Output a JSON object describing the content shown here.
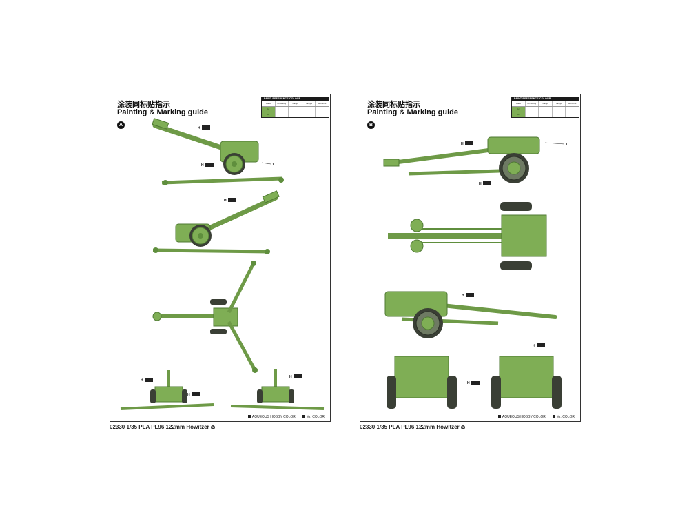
{
  "sheets": [
    {
      "id": "A",
      "title_cn": "涂装同标贴指示",
      "title_en": "Painting & Marking guide",
      "view_letter": "A",
      "reference": {
        "header": "PAINT REFERENCE COLOUR",
        "columns": [
          "Code",
          "Mr.Hobby",
          "Vallejo",
          "Tamiya",
          "Humbrol"
        ],
        "rows": [
          [
            "H",
            "",
            "",
            "",
            ""
          ],
          [
            "H",
            "",
            "",
            "",
            ""
          ]
        ]
      },
      "callouts": [
        "H",
        "H",
        "H",
        "H",
        "H",
        "H",
        "1"
      ],
      "footer": {
        "aqueous": "AQUEOUS HOBBY COLOR",
        "mr": "Mr. COLOR"
      },
      "caption": "02330 1/35  PLA PL96 122mm Howitzer",
      "caption_badge": "A"
    },
    {
      "id": "B",
      "title_cn": "涂装同标贴指示",
      "title_en": "Painting & Marking guide",
      "view_letter": "B",
      "reference": {
        "header": "PAINT REFERENCE COLOUR",
        "columns": [
          "Code",
          "Mr.Hobby",
          "Vallejo",
          "Tamiya",
          "Humbrol"
        ],
        "rows": [
          [
            "H",
            "",
            "",
            "",
            ""
          ],
          [
            "H",
            "",
            "",
            "",
            ""
          ]
        ]
      },
      "callouts": [
        "H",
        "H",
        "H",
        "H",
        "H",
        "1"
      ],
      "footer": {
        "aqueous": "AQUEOUS HOBBY COLOR",
        "mr": "Mr. COLOR"
      },
      "caption": "02330 1/35  PLA PL96 122mm Howitzer",
      "caption_badge": "B"
    }
  ],
  "colors": {
    "olive": "#7fae55",
    "olive_dark": "#4f7a33",
    "tire": "#3a3f35"
  }
}
